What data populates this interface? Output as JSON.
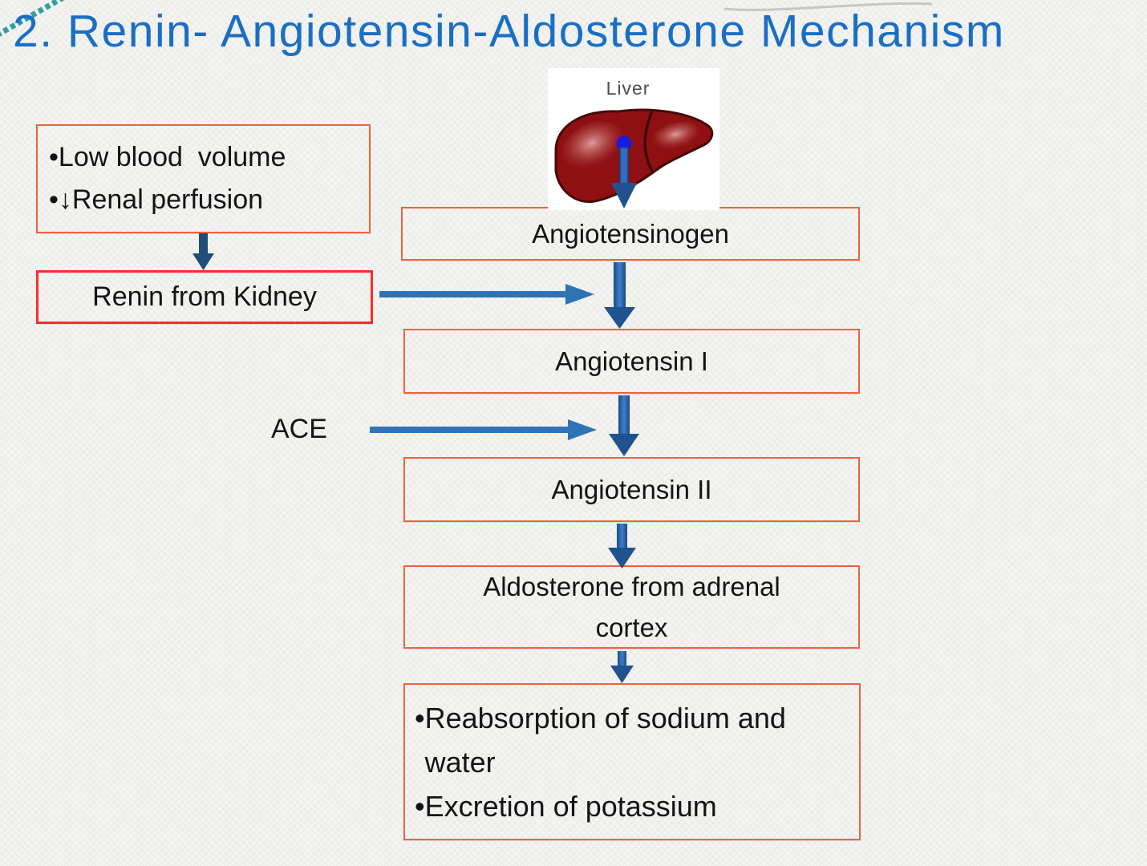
{
  "title": "2. Renin- Angiotensin-Aldosterone Mechanism",
  "bullet_char": "•",
  "liver": {
    "label": "Liver"
  },
  "boxes": {
    "stimulus": {
      "items": [
        "Low blood  volume",
        "↓Renal perfusion"
      ]
    },
    "renin": {
      "label": "Renin from Kidney"
    },
    "angiotensinogen": {
      "label": "Angiotensinogen"
    },
    "angiotensin_i": {
      "label": "Angiotensin I"
    },
    "angiotensin_ii": {
      "label": "Angiotensin II"
    },
    "aldosterone": {
      "line1": "Aldosterone from adrenal",
      "line2": "cortex"
    },
    "effects": {
      "items": [
        "Reabsorption of sodium and water",
        "Excretion of potassium"
      ]
    }
  },
  "labels": {
    "ace": "ACE"
  },
  "icons": {
    "liver_illustration": "liver-clipart",
    "flow_arrows": "blue-arrow-connectors",
    "corner_decoration": "teal-dashed-line",
    "top_decoration": "gray-arc"
  },
  "colors": {
    "title_blue": "#1a6fc4",
    "box_border_orange": "#f0613f",
    "renin_border_red": "#ff2b2b",
    "arrow_dark_blue": "#1f4e79",
    "arrow_mid_blue": "#2e74b5",
    "arrow_head_blue": "#1f528f",
    "liver_dark_red": "#8e1013",
    "connector_dot_blue": "#1a1ade",
    "teal_accent": "#2f9fa6",
    "text_black": "#141414",
    "background": "#f4f4f2"
  }
}
